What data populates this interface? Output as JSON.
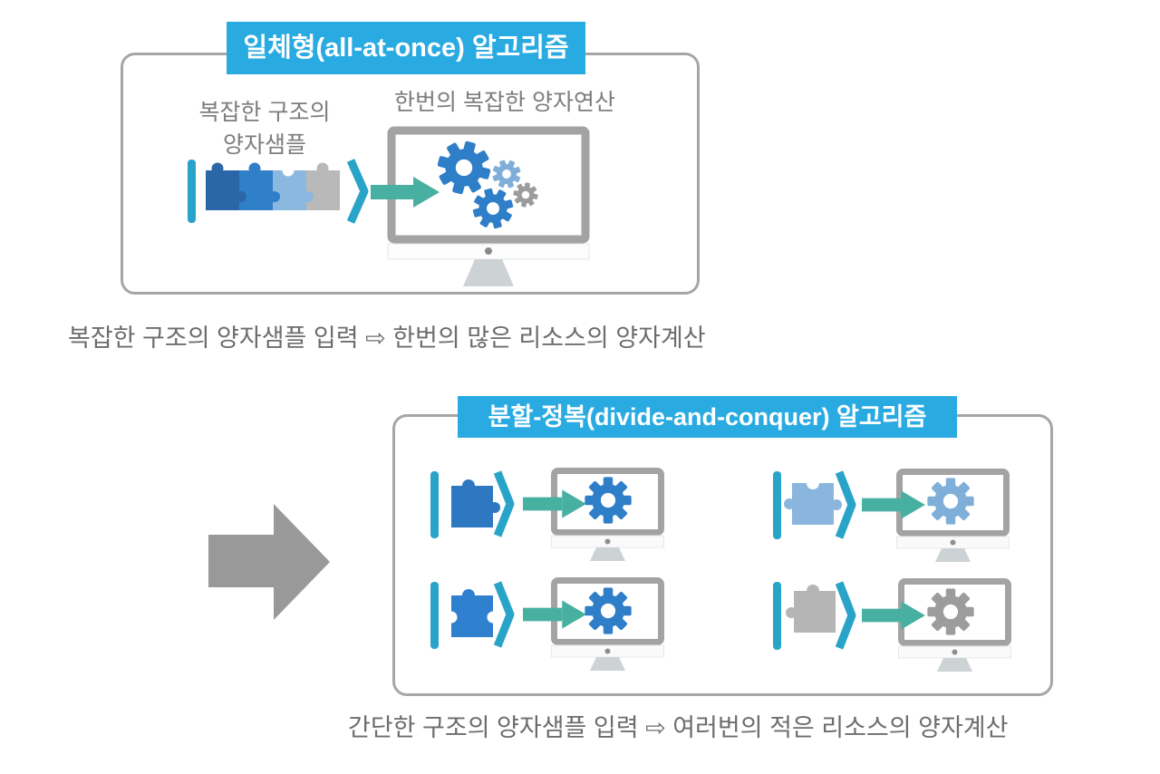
{
  "top_section": {
    "title": "일체형(all-at-once) 알고리즘",
    "input_label_line1": "복잡한 구조의",
    "input_label_line2": "양자샘플",
    "operation_label": "한번의 복잡한 양자연산",
    "caption": "복잡한 구조의 양자샘플 입력 ⇨ 한번의 많은 리소스의 양자계산"
  },
  "bottom_section": {
    "title": "분할-정복(divide-and-conquer) 알고리즘",
    "caption": "간단한 구조의 양자샘플 입력 ⇨ 여러번의 적은 리소스의 양자계산"
  },
  "icons": {
    "ket_open": "|",
    "ket_close": "⟩",
    "caption_arrow": "⇨",
    "transform_arrow": "large-gray-right-arrow",
    "quantum_computer": "monitor-with-gears",
    "quantum_sample": "puzzle-pieces-in-ket"
  },
  "colors": {
    "header_bg": "#29abe2",
    "header_text": "#ffffff",
    "box_border": "#a6a6a6",
    "label_text": "#7d7d7d",
    "caption_text": "#6d6d6d",
    "ket": "#29a4c8",
    "arrow_teal": "#47b0a1",
    "arrow_gray": "#999999",
    "puzzle_dark_blue": "#2b67a8",
    "puzzle_blue": "#2f7fc9",
    "puzzle_light_blue": "#8ab8de",
    "puzzle_gray": "#b9b9b9",
    "gear_blue": "#2e7ec8",
    "gear_light_blue": "#7fafd9",
    "gear_gray": "#9c9c9c",
    "monitor_frame": "#a3a3a3",
    "monitor_stand": "#cdd2d5"
  }
}
